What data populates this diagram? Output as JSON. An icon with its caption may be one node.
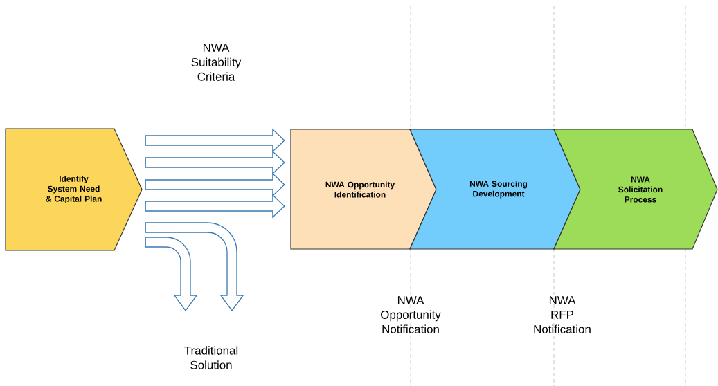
{
  "diagram": {
    "nodes": [
      {
        "text": [
          "Identify System Need & Capital Plan"
        ]
      },
      {
        "text": [
          "NWA Opportunity Identification"
        ]
      },
      {
        "text": [
          "NWA Sourcing Development"
        ]
      },
      {
        "text": [
          "NWA Solicitation Process"
        ]
      },
      {
        "text": [
          "Traditional Solution"
        ]
      }
    ],
    "edges": [
      {
        "from": 0,
        "to": 1,
        "arrow": "to"
      },
      {
        "from": 0,
        "to": 1,
        "arrow": "to"
      },
      {
        "from": 0,
        "to": 1,
        "arrow": "to"
      },
      {
        "from": 0,
        "to": 1,
        "arrow": "to"
      },
      {
        "from": 0,
        "to": 4,
        "arrow": "to"
      },
      {
        "from": 0,
        "to": 4,
        "arrow": "to"
      }
    ],
    "labels": [
      "NWA Suitability Criteria",
      "NWA Opportunity Notification",
      "NWA RFP Notification"
    ]
  }
}
